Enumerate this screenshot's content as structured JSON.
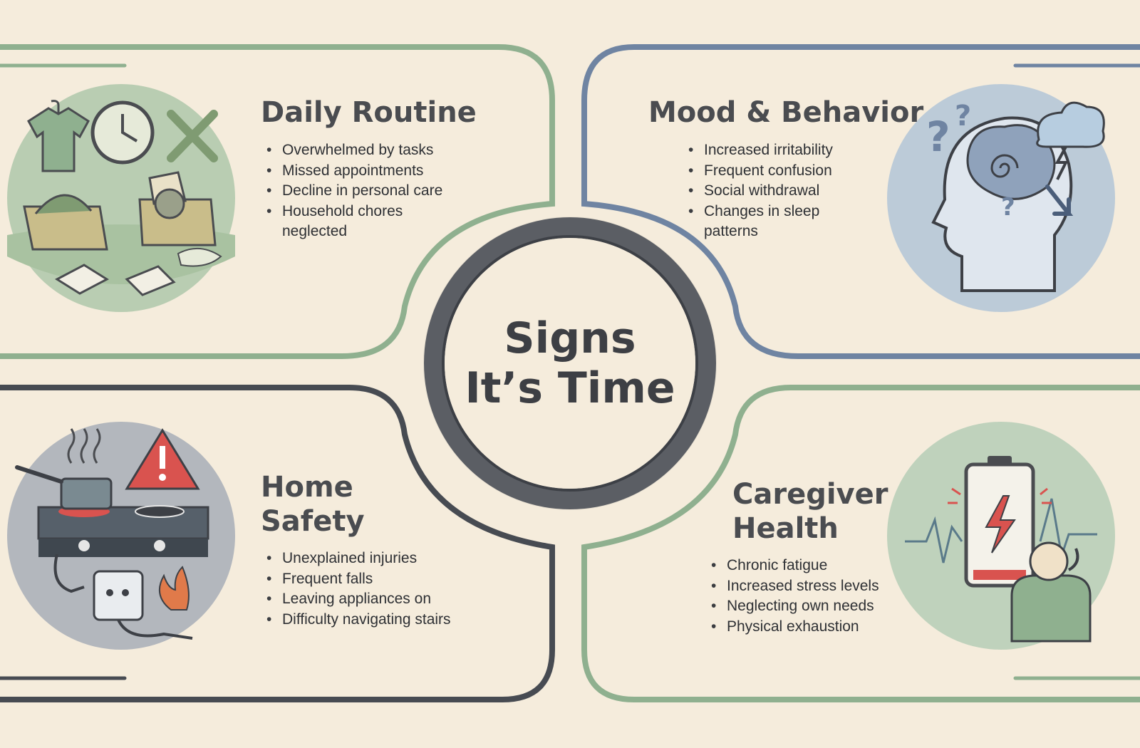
{
  "center": {
    "line1": "Signs",
    "line2": "It’s Time"
  },
  "quadrants": {
    "daily_routine": {
      "title": "Daily Routine",
      "items": [
        "Overwhelmed by tasks",
        "Missed appointments",
        "Decline in personal care",
        "Household chores neglected"
      ],
      "icon": "cluttered-room-icon",
      "accent": "#8fb08f"
    },
    "mood_behavior": {
      "title": "Mood & Behavior",
      "items": [
        "Increased irritability",
        "Frequent confusion",
        "Social withdrawal",
        "Changes in sleep patterns"
      ],
      "icon": "confused-head-icon",
      "accent": "#6f84a2"
    },
    "home_safety": {
      "title": "Home Safety",
      "items": [
        "Unexplained injuries",
        "Frequent falls",
        "Leaving appliances on",
        "Difficulty navigating stairs"
      ],
      "icon": "stove-hazard-icon",
      "accent": "#474b52"
    },
    "caregiver_health": {
      "title": "Caregiver Health",
      "items": [
        "Chronic fatigue",
        "Increased stress levels",
        "Neglecting own needs",
        "Physical exhaustion"
      ],
      "icon": "low-battery-exhausted-icon",
      "accent": "#8fb08f"
    }
  },
  "colors": {
    "background": "#f5ecdc",
    "green": "#8fb08f",
    "blue": "#6f84a2",
    "dark": "#474b52",
    "red": "#d9534f"
  }
}
